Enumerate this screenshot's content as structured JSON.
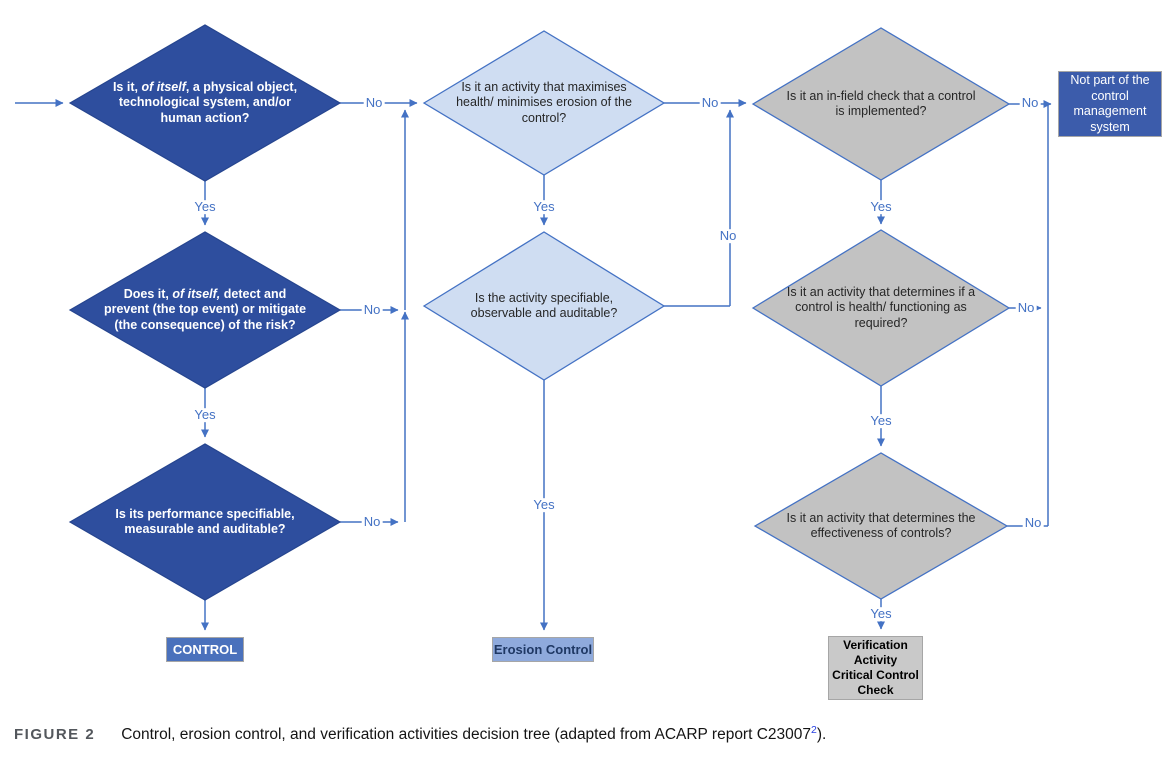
{
  "labels": {
    "yes": "Yes",
    "no": "No"
  },
  "colors": {
    "connector_line": "#4472C4",
    "dark_diamond_fill": "#2E4E9E",
    "light_diamond_fill": "#CFDDF2",
    "gray_diamond_fill": "#C2C2C2",
    "diamond_border": "#4472C4",
    "control_box_fill": "#4A71BC",
    "erosion_box_fill": "#8FAADC",
    "verification_box_fill": "#C9C9C9",
    "exit_box_fill": "#3C5CAB",
    "yes_no_label_color": "#4472C4",
    "citation_color": "#2840E0"
  },
  "diagram": {
    "col_control": {
      "q1_parts": [
        {
          "t": "Is it, "
        },
        {
          "t": "of itself",
          "i": true
        },
        {
          "t": ", a physical object,\ntechnological system, and/or\nhuman action?"
        }
      ],
      "q2_parts": [
        {
          "t": "Does it, "
        },
        {
          "t": "of itself,",
          "i": true
        },
        {
          "t": " detect and\nprevent (the top event) or mitigate\n(the consequence) of the risk?"
        }
      ],
      "q3": "Is its performance specifiable,\nmeasurable and auditable?",
      "result": "CONTROL"
    },
    "col_erosion": {
      "q1": "Is it an activity that maximises\nhealth/ minimises erosion of the\ncontrol?",
      "q2": "Is the activity specifiable,\nobservable and auditable?",
      "result": "Erosion Control"
    },
    "col_verification": {
      "q1": "Is it an in-field check that a control\nis implemented?",
      "q2": "Is it an activity that determines if a\ncontrol is health/ functioning as\nrequired?",
      "q3": "Is it an activity that determines the\neffectiveness of controls?",
      "result": "Verification\nActivity\nCritical Control\nCheck"
    },
    "exit_box": "Not part of the\ncontrol\nmanagement\nsystem"
  },
  "caption": {
    "label": "FIGURE 2",
    "text": "Control, erosion control, and verification activities decision tree (adapted from ACARP report C23007",
    "citation": "2",
    "suffix": ")."
  }
}
